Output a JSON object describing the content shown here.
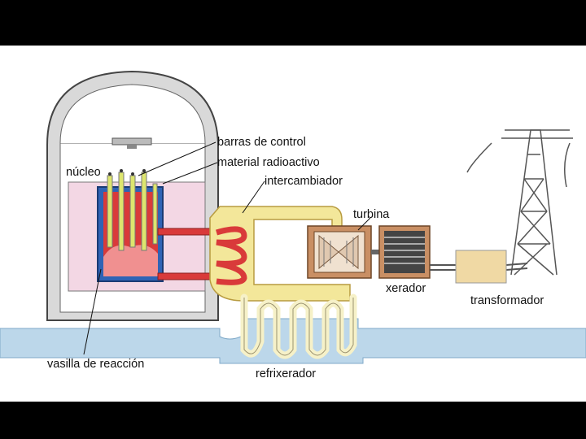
{
  "labels": {
    "barras": "barras de control",
    "material": "material radioactivo",
    "nucleo": "núcleo",
    "intercambiador": "intercambiador",
    "turbina": "turbina",
    "xerador": "xerador",
    "transformador": "transformador",
    "vasilla": "vasilla de reacción",
    "refrixerador": "refrixerador"
  },
  "colors": {
    "letterbox": "#000000",
    "background": "#ffffff",
    "containment": "#d9d9d9",
    "core_area": "#f3d7e4",
    "reactor_fluid": "#d93a3a",
    "exchanger_yellow": "#f3e79a",
    "cooling_water": "#bcd7ea",
    "turbine_housing": "#c98f64",
    "transformer": "#f0d9a4",
    "tower": "#555555"
  }
}
